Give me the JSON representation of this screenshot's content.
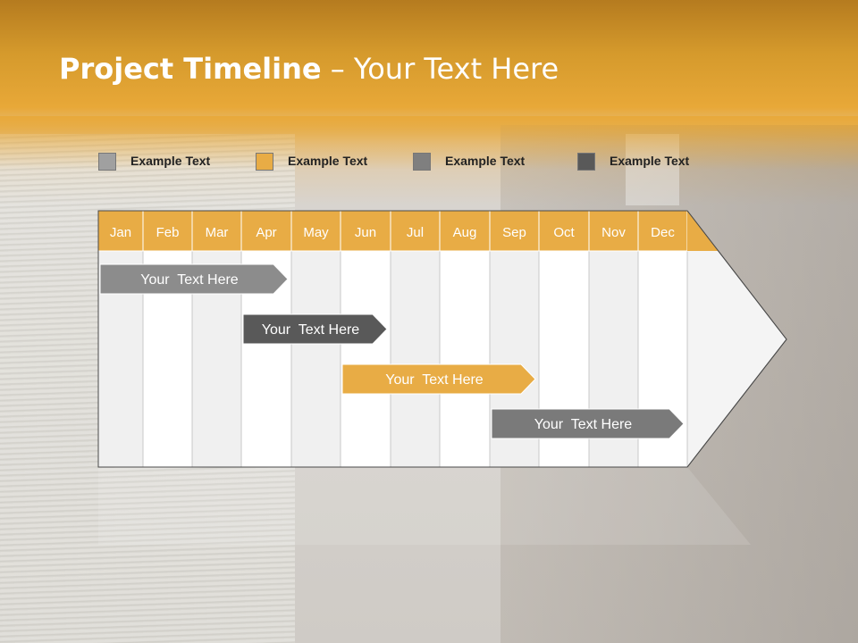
{
  "title": {
    "bold": "Project Timeline",
    "rest": " – Your Text Here"
  },
  "legend": [
    {
      "label": "Example Text",
      "color": "#a0a0a0"
    },
    {
      "label": "Example Text",
      "color": "#e8ac45"
    },
    {
      "label": "Example Text",
      "color": "#7f7f7f"
    },
    {
      "label": "Example Text",
      "color": "#595959"
    }
  ],
  "months": [
    "Jan",
    "Feb",
    "Mar",
    "Apr",
    "May",
    "Jun",
    "Jul",
    "Aug",
    "Sep",
    "Oct",
    "Nov",
    "Dec"
  ],
  "colors": {
    "header": "#e8ac45",
    "body": "#ffffff",
    "stripe": "#f0f0f0"
  },
  "tasks": [
    {
      "label": "Your  Text Here",
      "start": "Jan",
      "end": "Apr",
      "color": "#8c8c8c"
    },
    {
      "label": "Your  Text Here",
      "start": "Apr",
      "end": "Jun",
      "color": "#595959"
    },
    {
      "label": "Your  Text Here",
      "start": "Jun",
      "end": "Sep",
      "color": "#e8ac45"
    },
    {
      "label": "Your  Text Here",
      "start": "Sep",
      "end": "Dec",
      "color": "#7a7a7a"
    }
  ]
}
